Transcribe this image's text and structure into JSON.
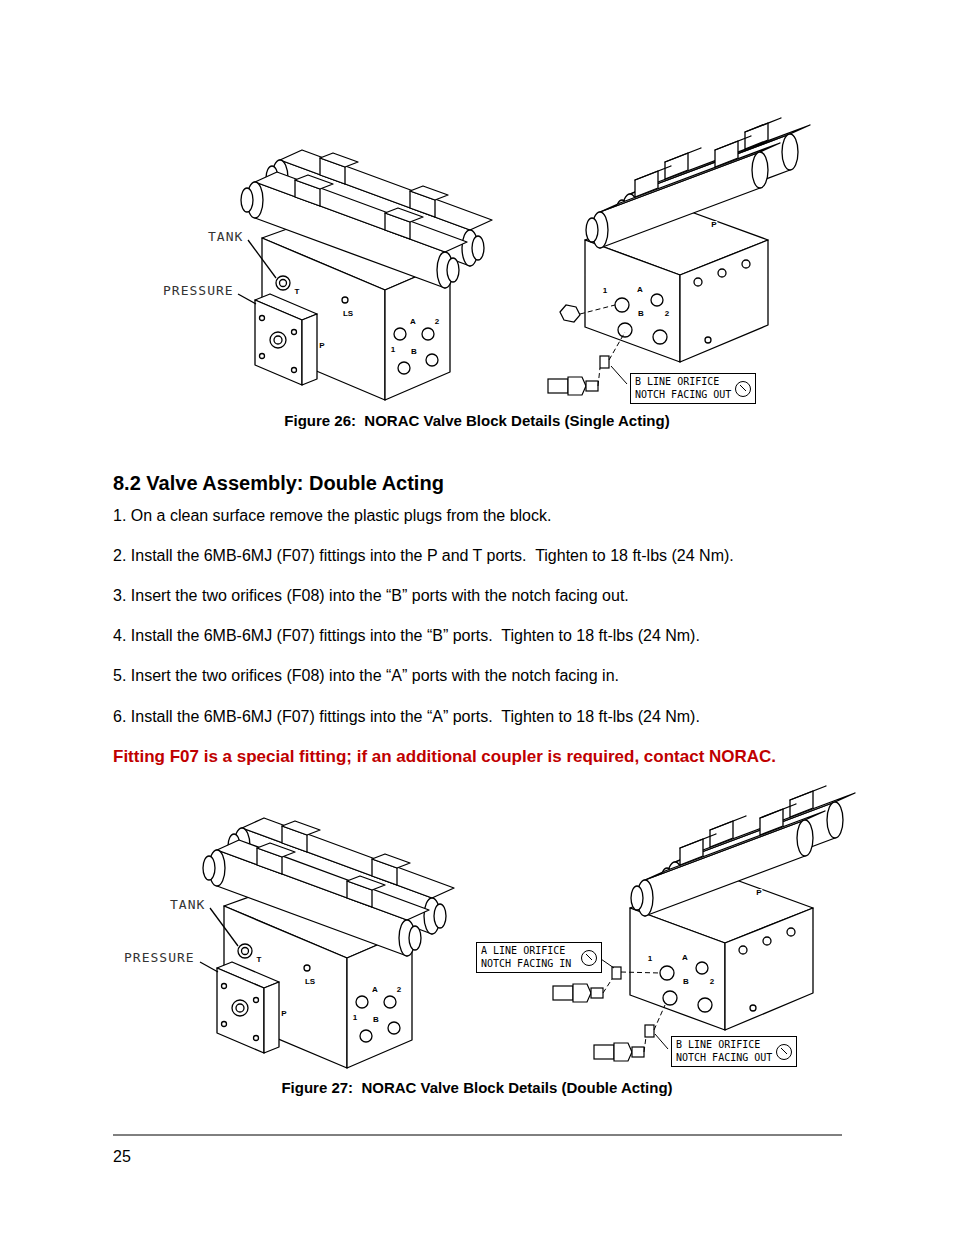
{
  "diagram": {
    "title": "8.2 Valve Assembly: Double Acting",
    "caption": "Figure 27:  NORAC Valve Block Details (Double Acting)",
    "nodes": [
      {
        "text": [
          "B LINE ORIFICE NOTCH FACING OUT"
        ]
      },
      {
        "text": [
          "A LINE ORIFICE NOTCH FACING IN"
        ]
      },
      {
        "text": [
          "B LINE ORIFICE NOTCH FACING OUT"
        ]
      }
    ],
    "labels": [
      "Figure 26:  NORAC Valve Block Details (Single Acting)",
      "1. On a clean surface remove the plastic plugs from the block.",
      "2. Install the 6MB-6MJ (F07) fittings into the P and T ports.  Tighten to 18 ft-lbs (24 Nm).",
      "3. Insert the two orifices (F08) into the “B” ports with the notch facing out.",
      "4. Install the 6MB-6MJ (F07) fittings into the “B” ports.  Tighten to 18 ft-lbs (24 Nm).",
      "5. Insert the two orifices (F08) into the “A” ports with the notch facing in.",
      "6. Install the 6MB-6MJ (F07) fittings into the “A” ports.  Tighten to 18 ft-lbs (24 Nm).",
      "Fitting F07 is a special fitting; if an additional coupler is required, contact NORAC.",
      "25",
      "TANK",
      "PRESSURE",
      "T",
      "LS",
      "A",
      "2",
      "1",
      "B",
      "P",
      "P",
      "1",
      "A",
      "B",
      "2",
      "TANK",
      "PRESSURE",
      "T",
      "LS",
      "A",
      "2",
      "1",
      "B",
      "P",
      "P",
      "1",
      "A",
      "B",
      "2"
    ]
  }
}
